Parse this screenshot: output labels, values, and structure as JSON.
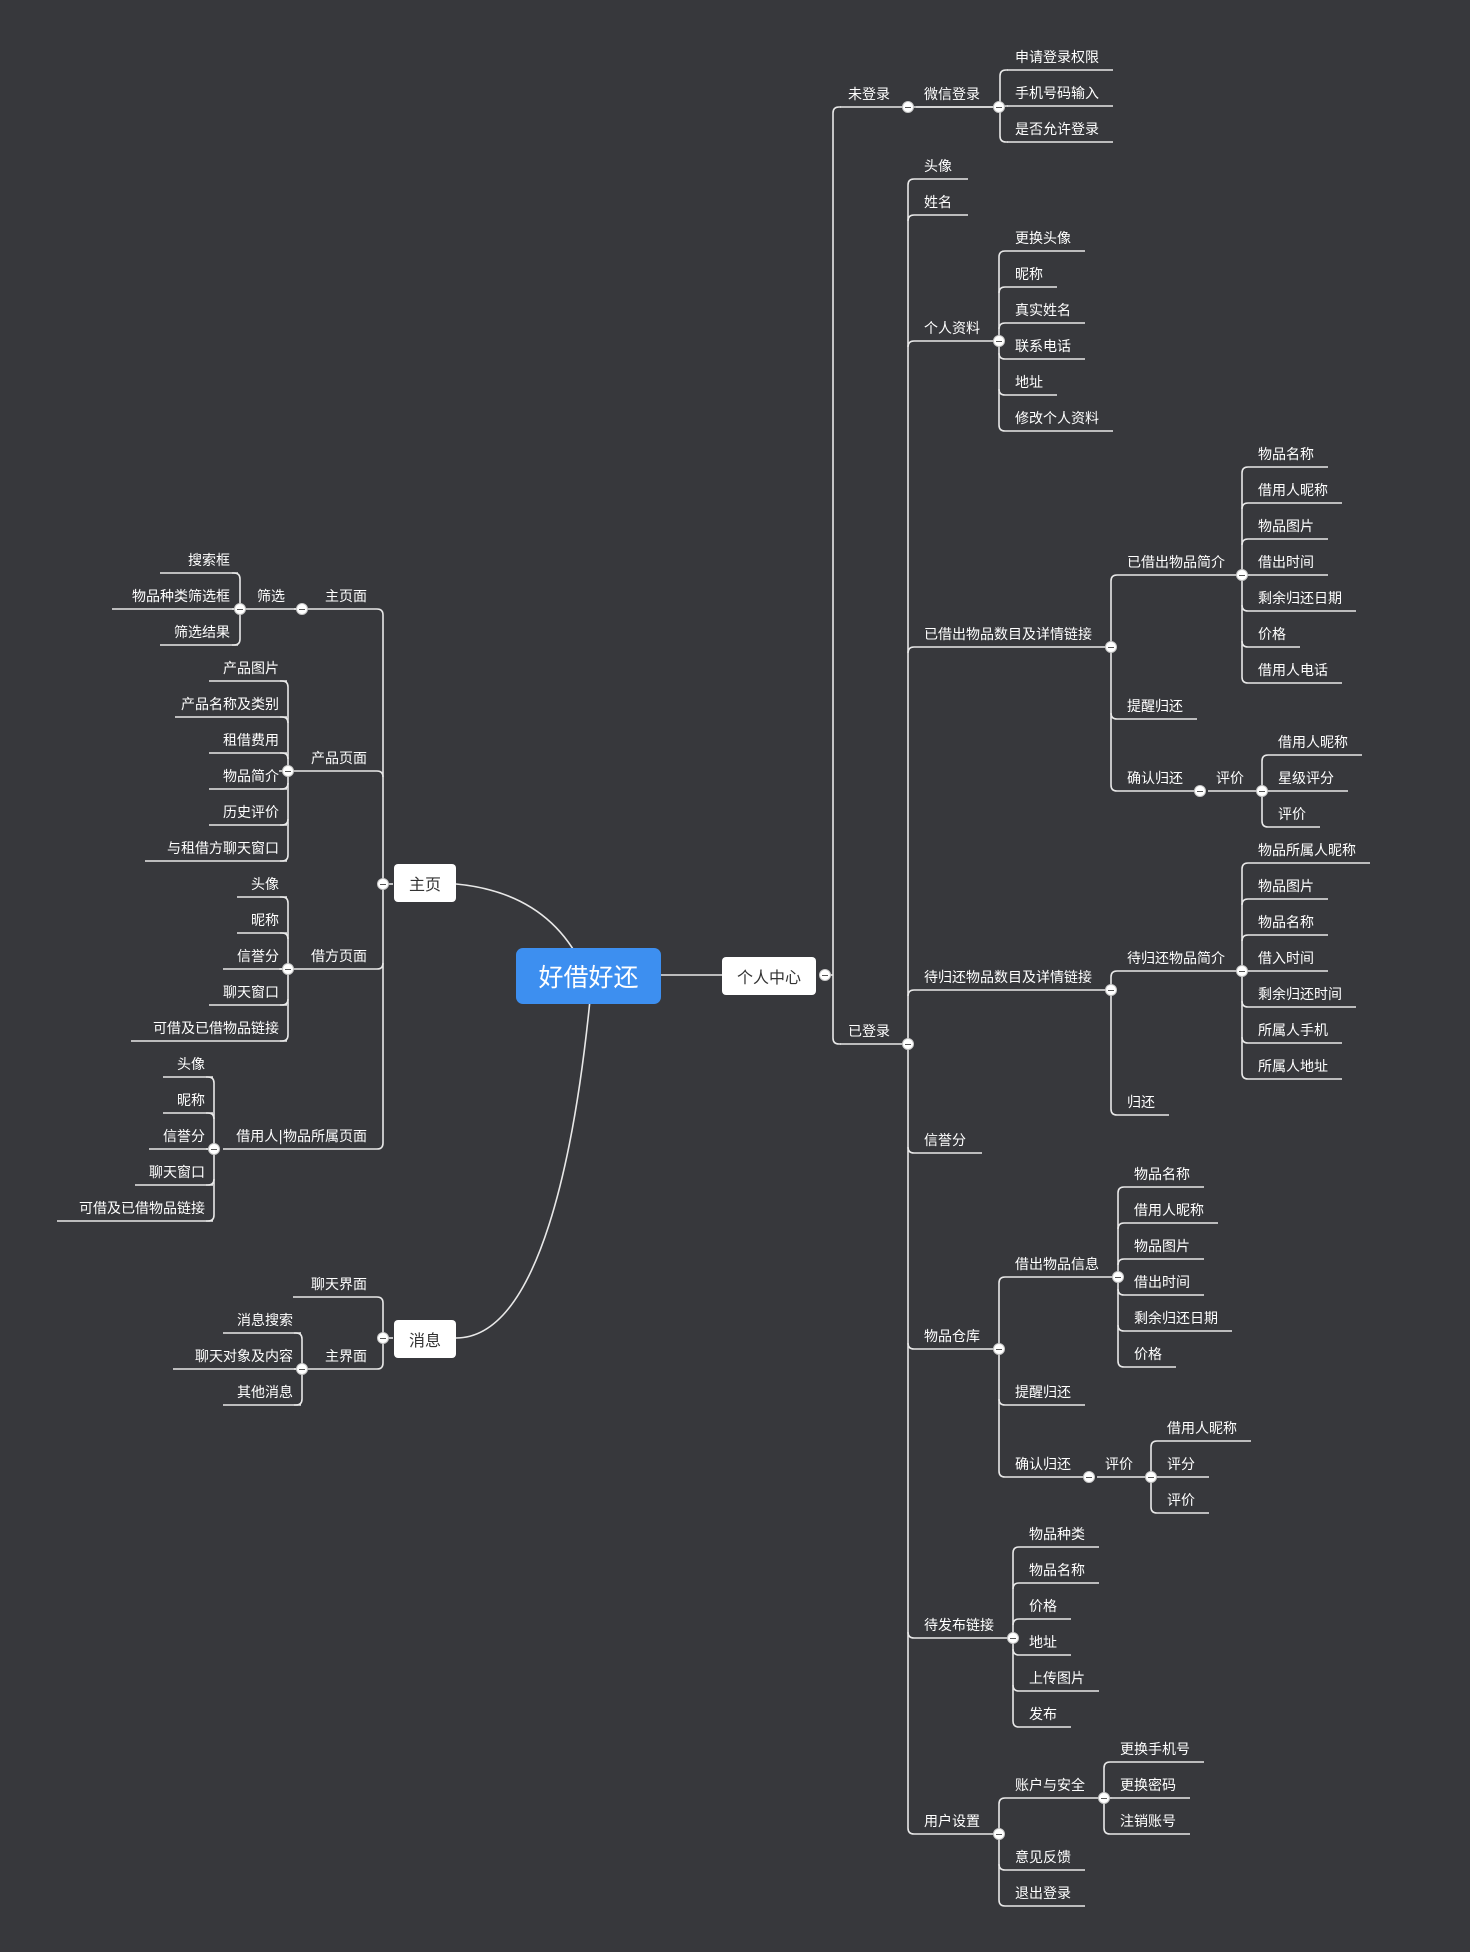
{
  "root": {
    "label": "好借好还"
  },
  "main": {
    "right": {
      "label": "个人中心",
      "children": [
        {
          "label": "未登录",
          "children": [
            {
              "label": "微信登录",
              "children": [
                {
                  "label": "申请登录权限"
                },
                {
                  "label": "手机号码输入"
                },
                {
                  "label": "是否允许登录"
                }
              ]
            }
          ]
        },
        {
          "label": "已登录",
          "children": [
            {
              "label": "头像"
            },
            {
              "label": "姓名"
            },
            {
              "label": "个人资料",
              "children": [
                {
                  "label": "更换头像"
                },
                {
                  "label": "昵称"
                },
                {
                  "label": "真实姓名"
                },
                {
                  "label": "联系电话"
                },
                {
                  "label": "地址"
                },
                {
                  "label": "修改个人资料"
                }
              ]
            },
            {
              "label": "已借出物品数目及详情链接",
              "children": [
                {
                  "label": "已借出物品简介",
                  "children": [
                    {
                      "label": "物品名称"
                    },
                    {
                      "label": "借用人昵称"
                    },
                    {
                      "label": "物品图片"
                    },
                    {
                      "label": "借出时间"
                    },
                    {
                      "label": "剩余归还日期"
                    },
                    {
                      "label": "价格"
                    },
                    {
                      "label": "借用人电话"
                    }
                  ]
                },
                {
                  "label": "提醒归还"
                },
                {
                  "label": "确认归还",
                  "children": [
                    {
                      "label": "评价",
                      "children": [
                        {
                          "label": "借用人昵称"
                        },
                        {
                          "label": "星级评分"
                        },
                        {
                          "label": "评价"
                        }
                      ]
                    }
                  ]
                }
              ]
            },
            {
              "label": "待归还物品数目及详情链接",
              "children": [
                {
                  "label": "待归还物品简介",
                  "children": [
                    {
                      "label": "物品所属人昵称"
                    },
                    {
                      "label": "物品图片"
                    },
                    {
                      "label": "物品名称"
                    },
                    {
                      "label": "借入时间"
                    },
                    {
                      "label": "剩余归还时间"
                    },
                    {
                      "label": "所属人手机"
                    },
                    {
                      "label": "所属人地址"
                    }
                  ]
                },
                {
                  "label": "归还"
                }
              ]
            },
            {
              "label": "信誉分"
            },
            {
              "label": "物品仓库",
              "children": [
                {
                  "label": "借出物品信息",
                  "children": [
                    {
                      "label": "物品名称"
                    },
                    {
                      "label": "借用人昵称"
                    },
                    {
                      "label": "物品图片"
                    },
                    {
                      "label": "借出时间"
                    },
                    {
                      "label": "剩余归还日期"
                    },
                    {
                      "label": "价格"
                    }
                  ]
                },
                {
                  "label": "提醒归还"
                },
                {
                  "label": "确认归还",
                  "children": [
                    {
                      "label": "评价",
                      "children": [
                        {
                          "label": "借用人昵称"
                        },
                        {
                          "label": "评分"
                        },
                        {
                          "label": "评价"
                        }
                      ]
                    }
                  ]
                }
              ]
            },
            {
              "label": "待发布链接",
              "children": [
                {
                  "label": "物品种类"
                },
                {
                  "label": "物品名称"
                },
                {
                  "label": "价格"
                },
                {
                  "label": "地址"
                },
                {
                  "label": "上传图片"
                },
                {
                  "label": "发布"
                }
              ]
            },
            {
              "label": "用户设置",
              "children": [
                {
                  "label": "账户与安全",
                  "children": [
                    {
                      "label": "更换手机号"
                    },
                    {
                      "label": "更换密码"
                    },
                    {
                      "label": "注销账号"
                    }
                  ]
                },
                {
                  "label": "意见反馈"
                },
                {
                  "label": "退出登录"
                }
              ]
            }
          ]
        }
      ]
    },
    "left_top": {
      "label": "主页",
      "children": [
        {
          "label": "主页面",
          "children": [
            {
              "label": "筛选",
              "children": [
                {
                  "label": "搜索框"
                },
                {
                  "label": "物品种类筛选框"
                },
                {
                  "label": "筛选结果"
                }
              ]
            }
          ]
        },
        {
          "label": "产品页面",
          "children": [
            {
              "label": "产品图片"
            },
            {
              "label": "产品名称及类别"
            },
            {
              "label": "租借费用"
            },
            {
              "label": "物品简介"
            },
            {
              "label": "历史评价"
            },
            {
              "label": "与租借方聊天窗口"
            }
          ]
        },
        {
          "label": "借方页面",
          "children": [
            {
              "label": "头像"
            },
            {
              "label": "昵称"
            },
            {
              "label": "信誉分"
            },
            {
              "label": "聊天窗口"
            },
            {
              "label": "可借及已借物品链接"
            }
          ]
        },
        {
          "label": "借用人|物品所属页面",
          "children": [
            {
              "label": "头像"
            },
            {
              "label": "昵称"
            },
            {
              "label": "信誉分"
            },
            {
              "label": "聊天窗口"
            },
            {
              "label": "可借及已借物品链接"
            }
          ]
        }
      ]
    },
    "left_bottom": {
      "label": "消息",
      "children": [
        {
          "label": "聊天界面"
        },
        {
          "label": "主界面",
          "children": [
            {
              "label": "消息搜索"
            },
            {
              "label": "聊天对象及内容"
            },
            {
              "label": "其他消息"
            }
          ]
        }
      ]
    }
  }
}
